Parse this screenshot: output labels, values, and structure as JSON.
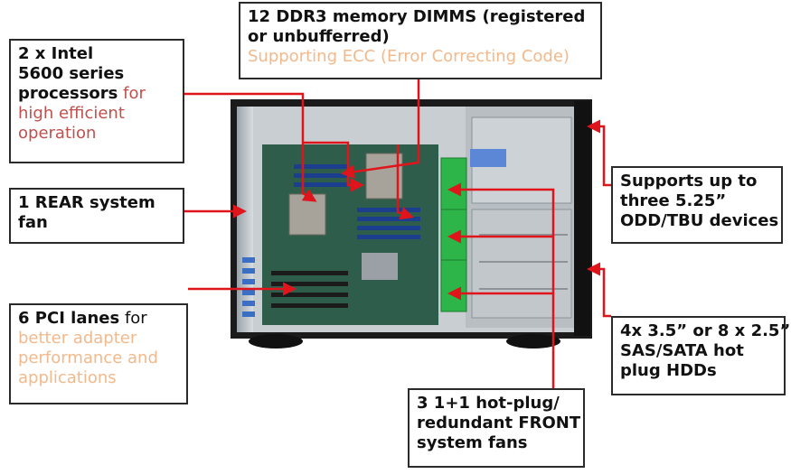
{
  "callouts": {
    "memory": {
      "line1": "12 DDR3 memory DIMMS (registered",
      "line2": "or unbufferred)",
      "line3": "Supporting ECC (Error Correcting Code)"
    },
    "processors": {
      "line1": "2 x Intel",
      "line2": "5600 series",
      "line3_dark": "processors",
      "line3_red": " for",
      "line4": "high efficient",
      "line5": "operation"
    },
    "rear_fan": {
      "line1": "1 REAR system",
      "line2": "fan"
    },
    "pci": {
      "line1_dark": "6 PCI lanes",
      "line1_light": " for",
      "line2": "better adapter",
      "line3": "performance and",
      "line4": "applications"
    },
    "odd": {
      "line1": "Supports up to",
      "line2": "three 5.25”",
      "line3": "ODD/TBU devices"
    },
    "hdd": {
      "line1": "4x 3.5” or 8 x 2.5”",
      "line2": "SAS/SATA hot",
      "line3": "plug HDDs"
    },
    "front_fans": {
      "line1": "3 1+1 hot-plug/",
      "line2": "redundant FRONT",
      "line3": "system fans"
    }
  },
  "colors": {
    "arrow": "#e0141b",
    "box_border": "#2b2b2b",
    "text_dark": "#111111",
    "text_red": "#c0504d",
    "text_peach": "#f2b98c",
    "chassis": "#1e1e1e",
    "motherboard": "#2f5d4c",
    "fan_green": "#2eb54a"
  }
}
